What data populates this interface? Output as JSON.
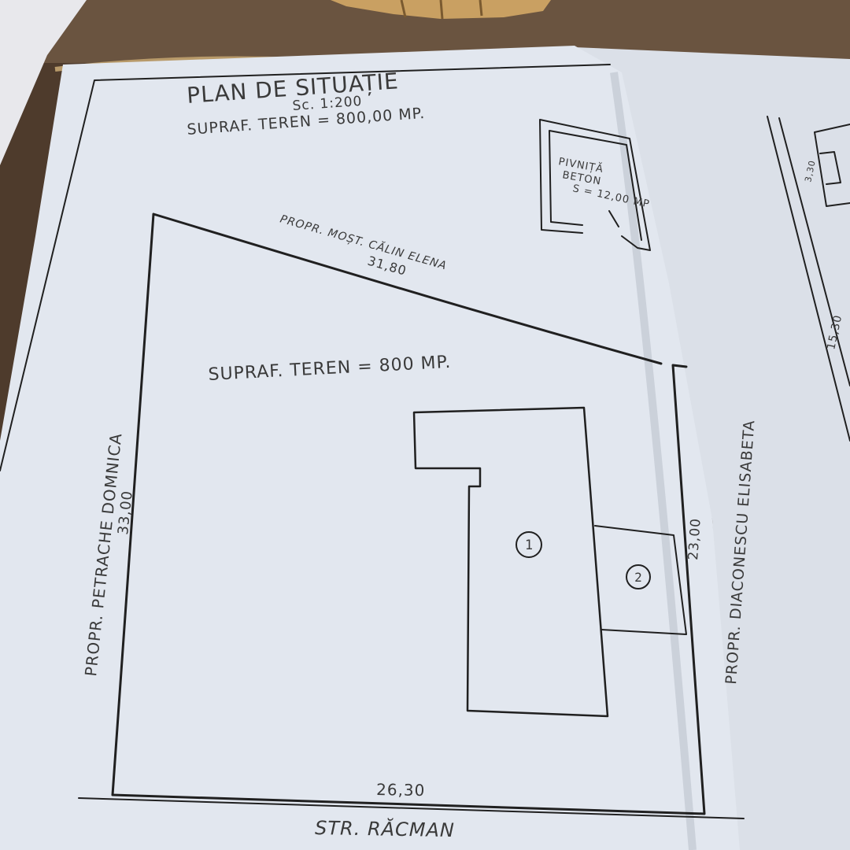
{
  "plan": {
    "title": "PLAN DE SITUAȚIE",
    "scale": "Sc. 1:200",
    "land_area_header": "SUPRAF. TEREN = 800,00 MP.",
    "land_area_inner": "SUPRAF. TEREN = 800 MP."
  },
  "cellar": {
    "line1": "PIVNIȚĂ",
    "line2": "BETON",
    "line3": "S = 12,00 MP"
  },
  "boundaries": {
    "north_owner": "PROPR. MOȘT. CĂLIN ELENA",
    "north_length": "31,80",
    "west_owner": "PROPR. PETRACHE DOMNICA",
    "west_length": "33,00",
    "east_owner": "PROPR. DIACONESCU ELISABETA",
    "east_length": "23,00",
    "south_length": "26,30",
    "street": "STR. RĂCMAN"
  },
  "buildings": {
    "building_1": "1",
    "building_2": "2"
  },
  "next_sheet": {
    "dim_small": "3,30",
    "dim_large": "15,30"
  }
}
